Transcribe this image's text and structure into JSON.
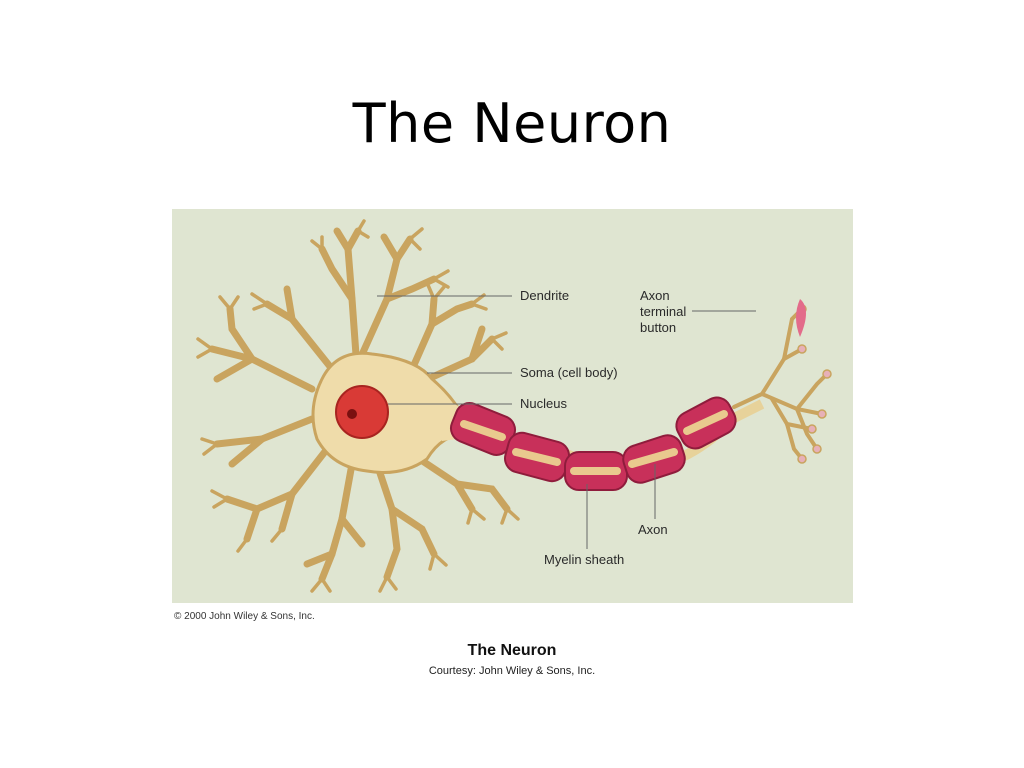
{
  "slide": {
    "title": "The Neuron"
  },
  "figure": {
    "labels": {
      "dendrite": "Dendrite",
      "soma": "Soma (cell body)",
      "nucleus": "Nucleus",
      "axon_terminal_1": "Axon",
      "axon_terminal_2": "terminal",
      "axon_terminal_3": "button",
      "axon": "Axon",
      "myelin": "Myelin sheath"
    },
    "copyright": "© 2000 John Wiley & Sons, Inc."
  },
  "caption": {
    "title": "The Neuron",
    "subtitle": "Courtesy: John Wiley & Sons, Inc."
  },
  "colors": {
    "background_panel": "#dfe5d1",
    "cell_body": "#efdcaa",
    "cell_outline": "#c9a45f",
    "nucleus": "#d93a36",
    "myelin": "#c8305a"
  }
}
